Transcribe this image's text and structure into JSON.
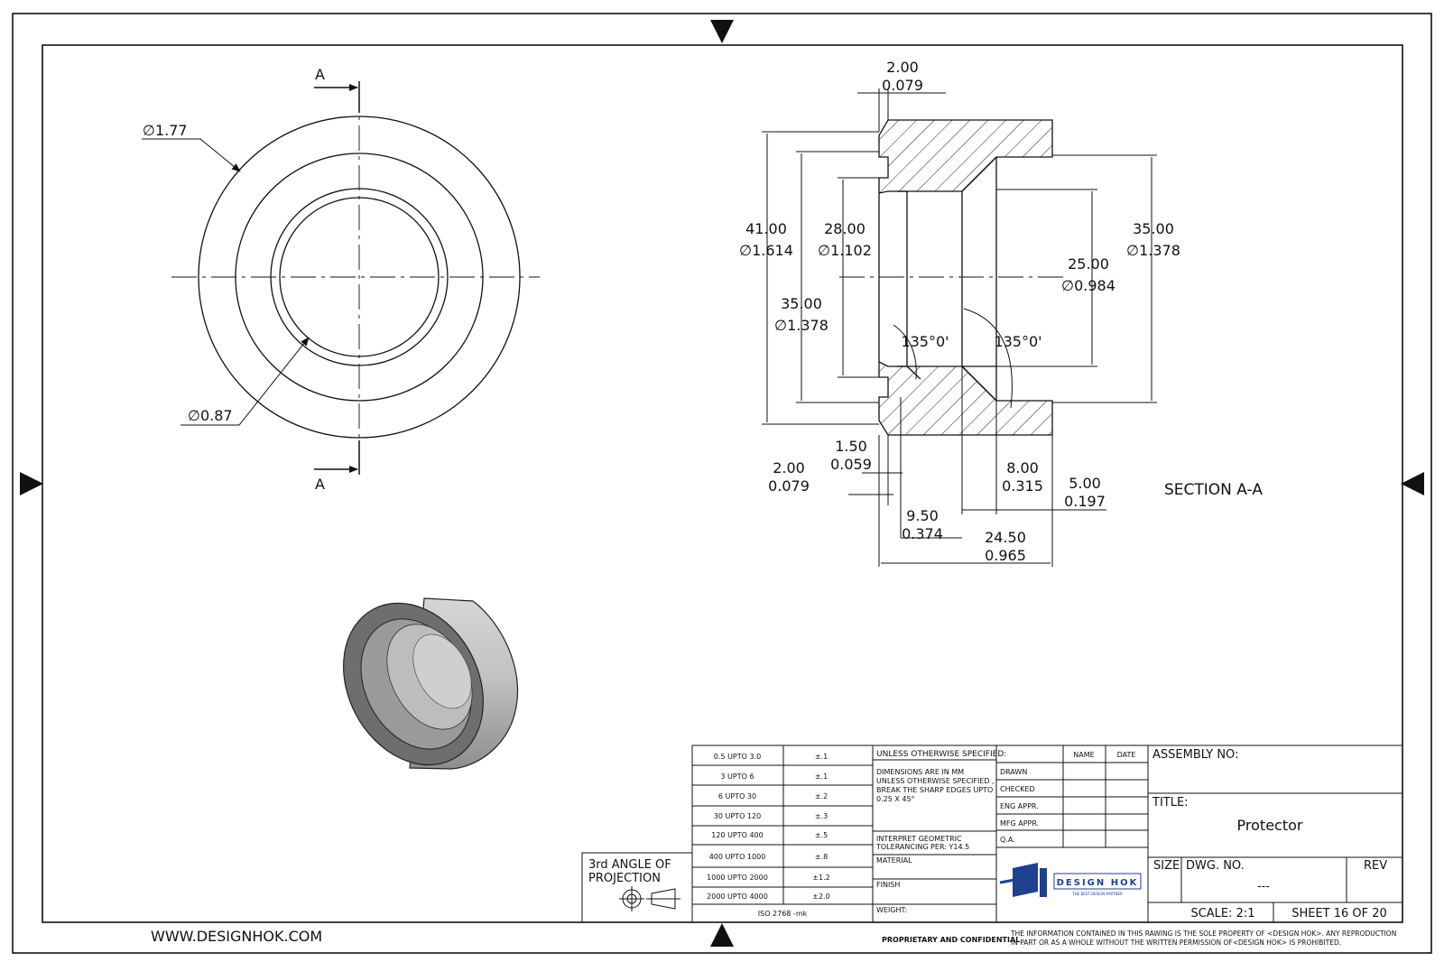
{
  "front_view": {
    "section_mark_top": "A",
    "section_mark_bottom": "A",
    "dim_outer": "∅1.77",
    "dim_inner": "∅0.87"
  },
  "section_view": {
    "title": "SECTION A-A",
    "dims": {
      "top_step_mm": "2.00",
      "top_step_in": "0.079",
      "od_left_mm": "41.00",
      "od_left_in": "∅1.614",
      "bore_left_mm": "28.00",
      "bore_left_in": "∅1.102",
      "mid_left_mm": "35.00",
      "mid_left_in": "∅1.378",
      "od_right_mm": "35.00",
      "od_right_in": "∅1.378",
      "bore_right_mm": "25.00",
      "bore_right_in": "∅0.984",
      "angle_left": "135°0'",
      "angle_right": "135°0'",
      "b1_mm": "1.50",
      "b1_in": "0.059",
      "b2_mm": "2.00",
      "b2_in": "0.079",
      "b3_mm": "8.00",
      "b3_in": "0.315",
      "b4_mm": "5.00",
      "b4_in": "0.197",
      "b5_mm": "9.50",
      "b5_in": "0.374",
      "b6_mm": "24.50",
      "b6_in": "0.965"
    }
  },
  "website": "WWW.DESIGNHOK.COM",
  "tolerance_table": {
    "rows": [
      {
        "range": "0.5 UPTO 3.0",
        "tol": "±.1"
      },
      {
        "range": "3 UPTO 6",
        "tol": "±.1"
      },
      {
        "range": "6 UPTO 30",
        "tol": "±.2"
      },
      {
        "range": "30 UPTO 120",
        "tol": "±.3"
      },
      {
        "range": "120 UPTO 400",
        "tol": "±.5"
      },
      {
        "range": "400 UPTO 1000",
        "tol": "±.8"
      },
      {
        "range": "1000 UPTO 2000",
        "tol": "±1.2"
      },
      {
        "range": "2000 UPTO 4000",
        "tol": "±2.0"
      }
    ],
    "footer": "ISO 2768 -mk"
  },
  "projection": {
    "line1": "3rd ANGLE OF",
    "line2": "PROJECTION"
  },
  "notes": {
    "header": "UNLESS OTHERWISE SPECIFIED:",
    "line1": "DIMENSIONS ARE IN MM",
    "line2": "UNLESS OTHERWISE SPECIFIED ,",
    "line3": "BREAK THE SHARP EDGES UPTO",
    "line4": "0.25 X 45°",
    "gdt1": "INTERPRET GEOMETRIC",
    "gdt2": "TOLERANCING PER: Y14.5",
    "material": "MATERIAL",
    "finish": "FINISH",
    "weight": "WEIGHT:"
  },
  "approvals": {
    "name_col": "NAME",
    "date_col": "DATE",
    "rows": [
      "DRAWN",
      "CHECKED",
      "ENG APPR.",
      "MFG APPR.",
      "Q.A."
    ]
  },
  "logo": {
    "name": "DESIGN HOK",
    "tagline": "THE BEST DESIGN PARTNER"
  },
  "title_block": {
    "assembly_label": "ASSEMBLY NO:",
    "title_label": "TITLE:",
    "title": "Protector",
    "size_label": "SIZE",
    "dwg_label": "DWG.  NO.",
    "dwg_value": "---",
    "rev_label": "REV",
    "scale": "SCALE: 2:1",
    "sheet": "SHEET 16 OF 20"
  },
  "footer": {
    "confidential": "PROPRIETARY AND CONFIDENTIAL",
    "disclaimer1": "THE INFORMATION CONTAINED IN THIS RAWING IS THE SOLE PROPERTY OF <DESIGN HOK>.  ANY REPRODUCTION",
    "disclaimer2": "IN PART OR AS A WHOLE WITHOUT THE WRITTEN PERMISSION OF<DESIGN HOK> IS PROHIBITED."
  },
  "colors": {
    "line": "#111111",
    "body_gray": "#a9a9a9",
    "logo_blue": "#1f3f8f"
  }
}
